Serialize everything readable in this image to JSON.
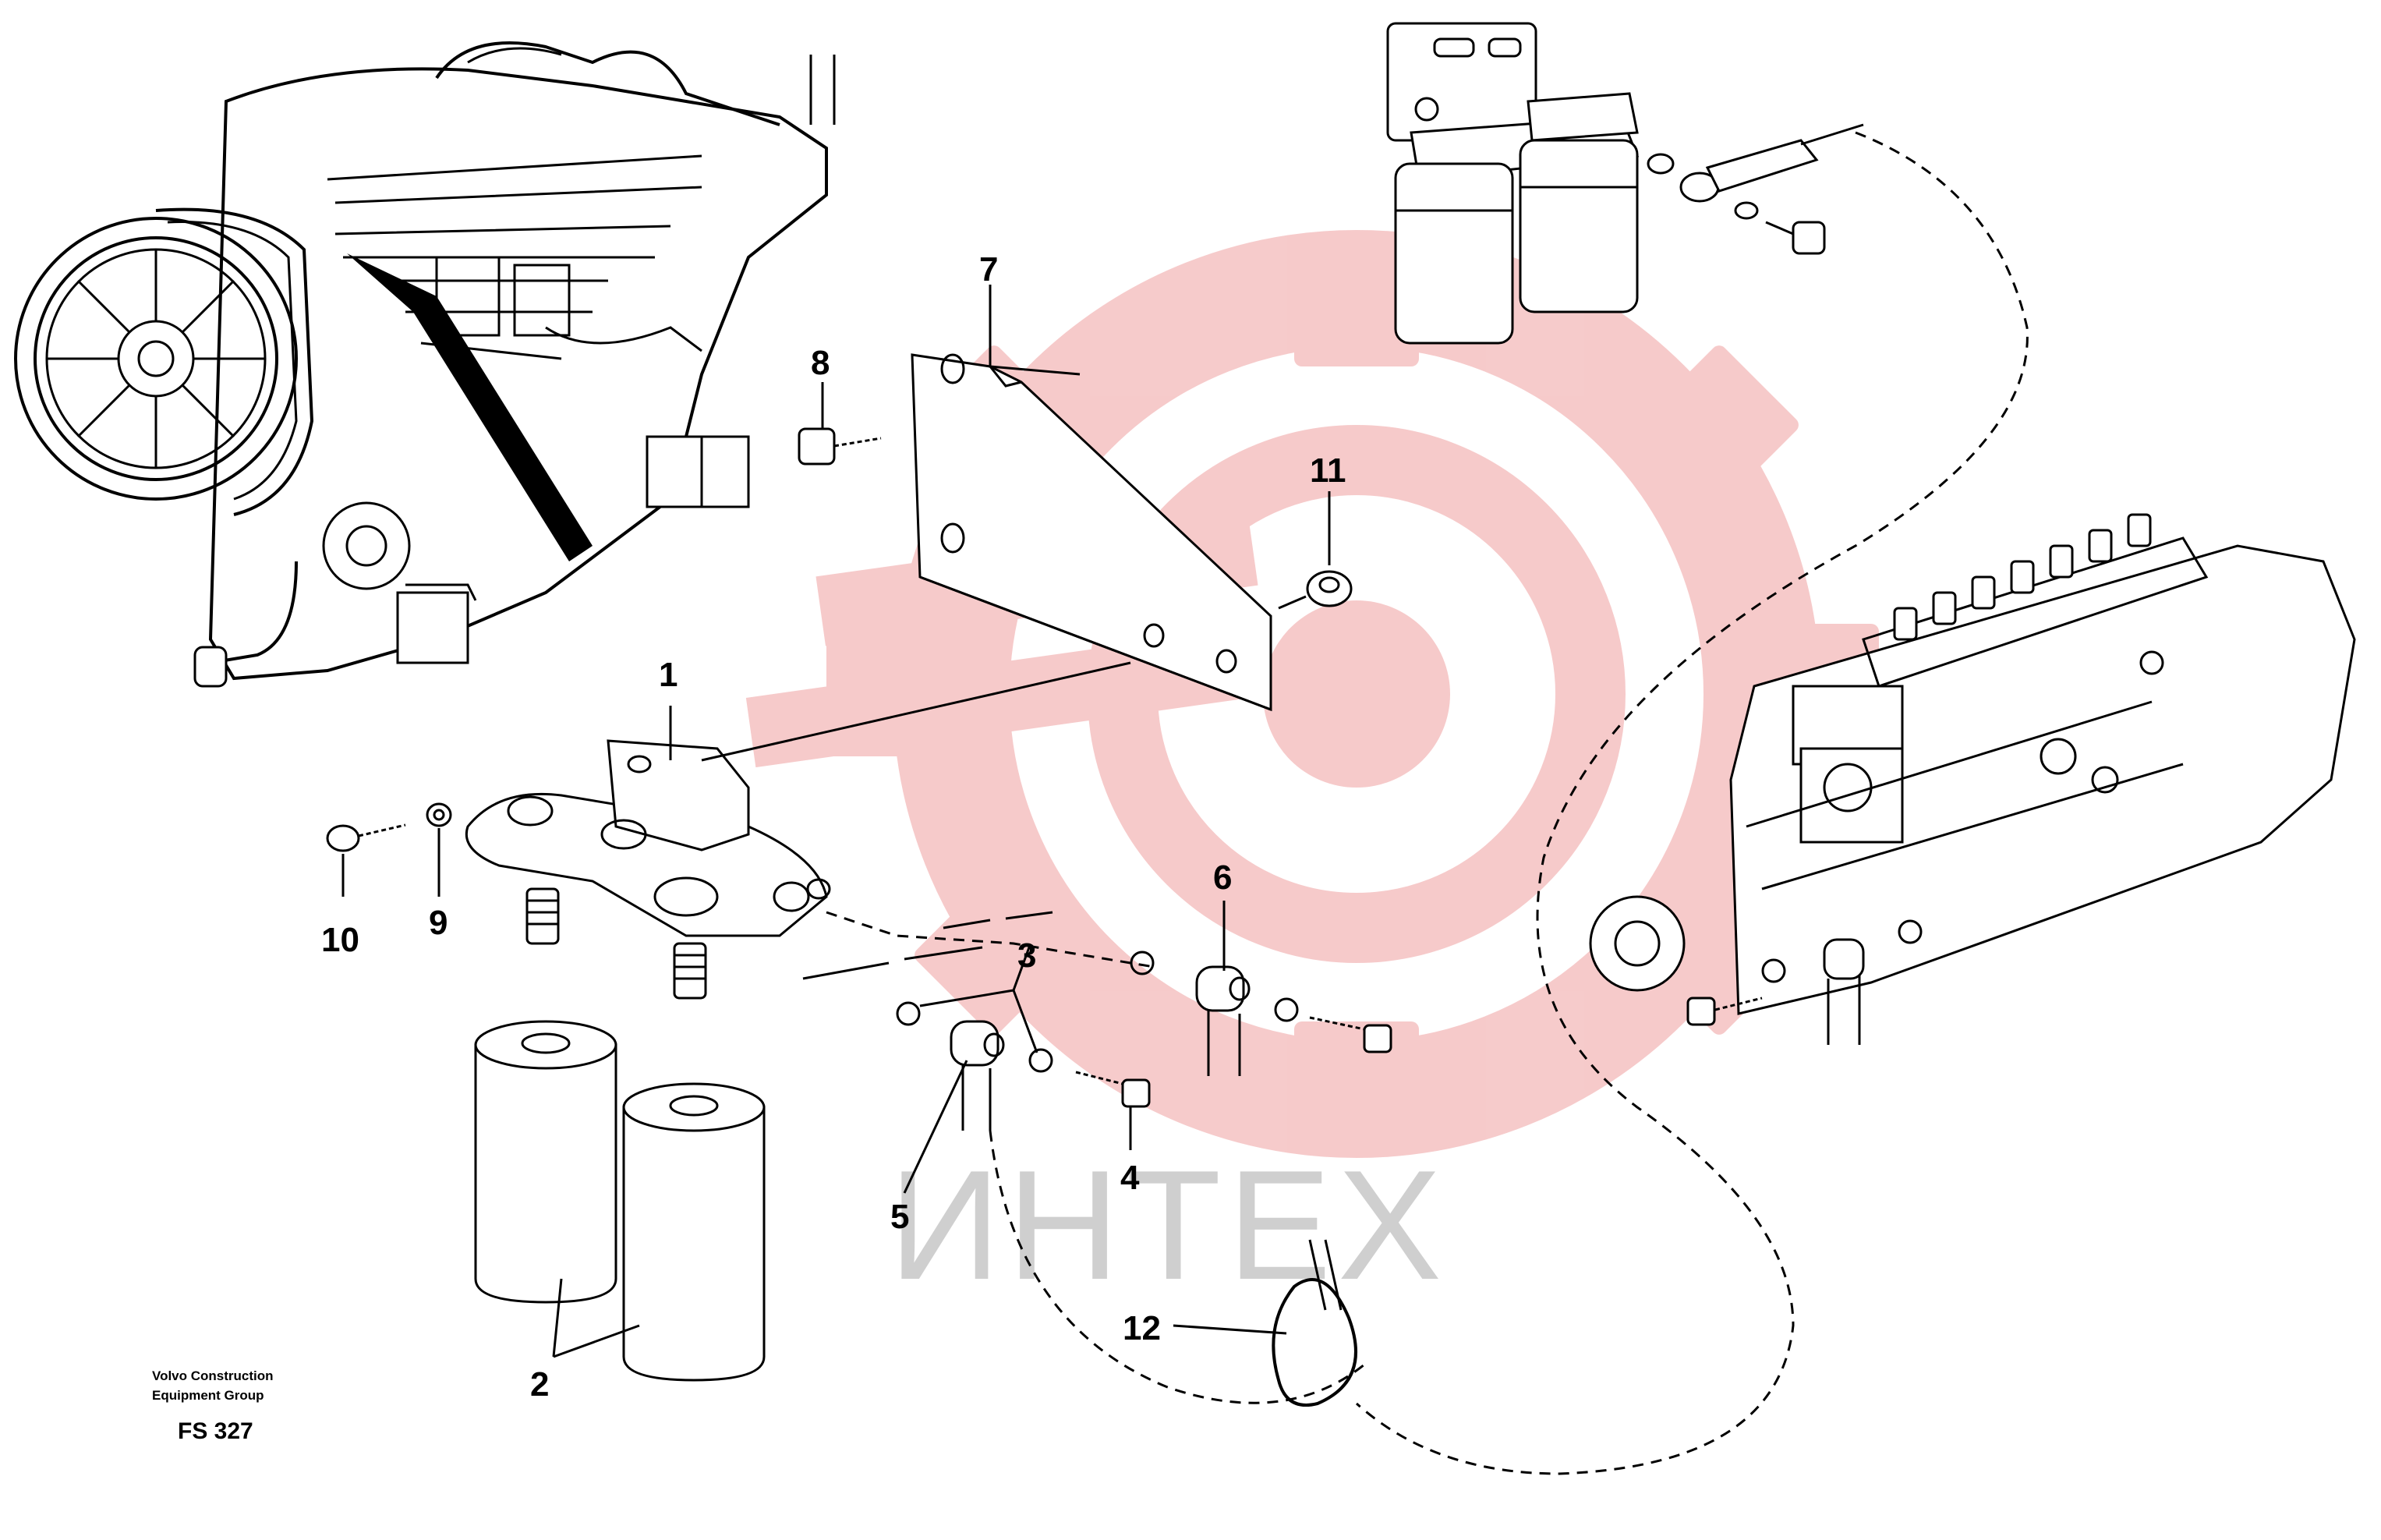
{
  "watermark": {
    "text": "ИНТЕХ",
    "logo_color": "#f6c8c8",
    "text_color": "#cfcfcf"
  },
  "callouts": [
    "1",
    "2",
    "3",
    "4",
    "5",
    "6",
    "7",
    "8",
    "9",
    "10",
    "11",
    "12"
  ],
  "footer": {
    "line1": "Volvo Construction",
    "line2": "Equipment Group",
    "code": "FS 327"
  },
  "icons": {
    "engine": "engine-assembly-icon",
    "fuel_filter_bracket": "fuel-filter-bracket-icon",
    "injection_pump": "injection-pump-icon",
    "watermark_logo": "gear-logo-icon"
  }
}
